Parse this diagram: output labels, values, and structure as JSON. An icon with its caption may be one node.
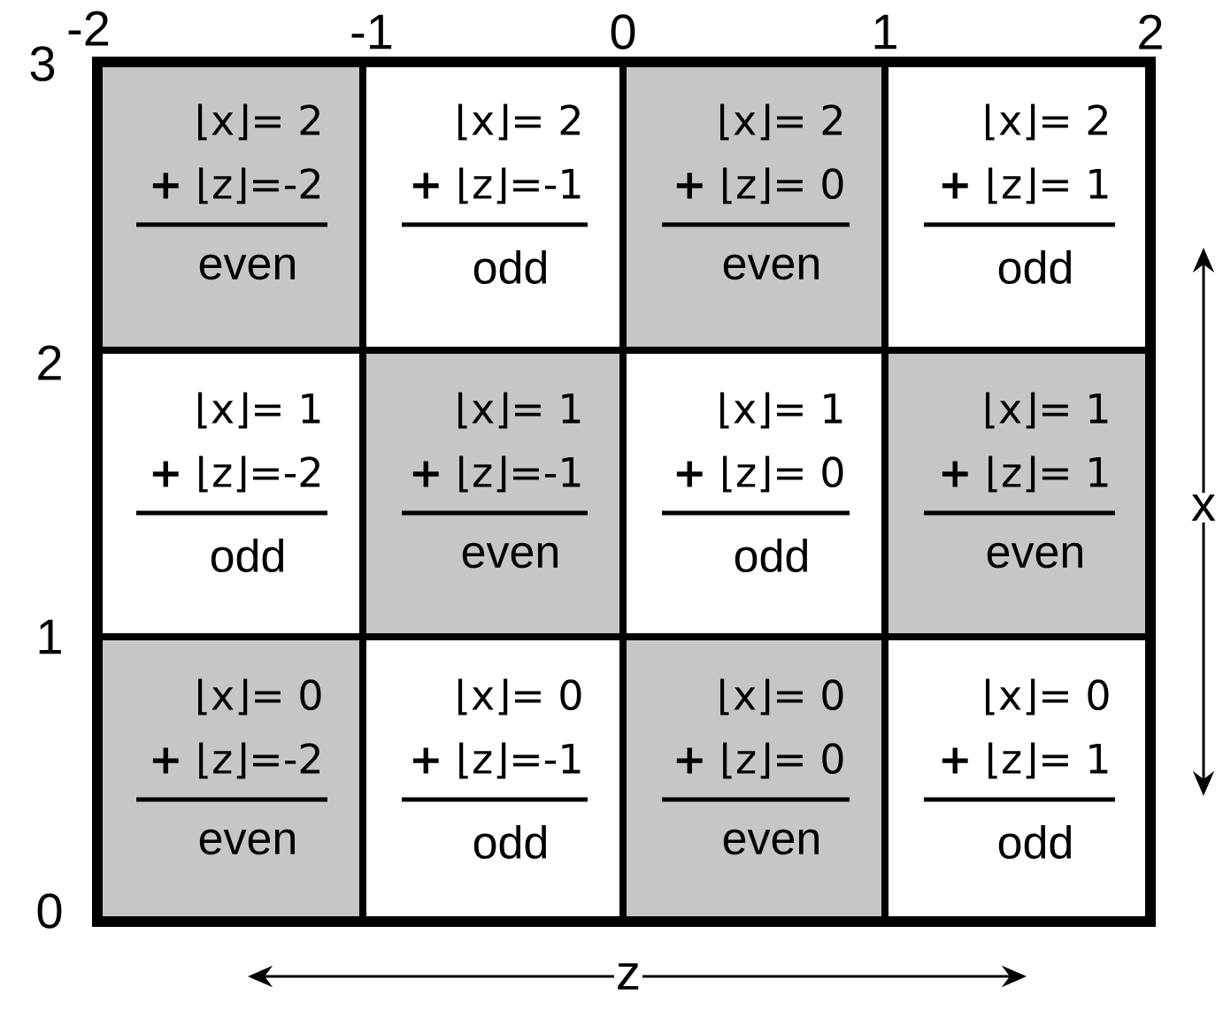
{
  "diagram": {
    "nodes": [
      {
        "text": [
          "⌊x⌋= 2",
          "**+** ⌊z⌋=-2",
          "even"
        ]
      },
      {
        "text": [
          "⌊x⌋= 2",
          "**+** ⌊z⌋=-1",
          "odd"
        ]
      },
      {
        "text": [
          "⌊x⌋= 2",
          "**+** ⌊z⌋= 0",
          "even"
        ]
      },
      {
        "text": [
          "⌊x⌋= 2",
          "**+** ⌊z⌋= 1",
          "odd"
        ]
      },
      {
        "text": [
          "⌊x⌋= 1",
          "**+** ⌊z⌋=-2",
          "odd"
        ]
      },
      {
        "text": [
          "⌊x⌋= 1",
          "**+** ⌊z⌋=-1",
          "even"
        ]
      },
      {
        "text": [
          "⌊x⌋= 1",
          "**+** ⌊z⌋= 0",
          "odd"
        ]
      },
      {
        "text": [
          "⌊x⌋= 1",
          "**+** ⌊z⌋= 1",
          "even"
        ]
      },
      {
        "text": [
          "⌊x⌋= 0",
          "**+** ⌊z⌋=-2",
          "even"
        ]
      },
      {
        "text": [
          "⌊x⌋= 0",
          "**+** ⌊z⌋=-1",
          "odd"
        ]
      },
      {
        "text": [
          "⌊x⌋= 0",
          "**+** ⌊z⌋= 0",
          "even"
        ]
      },
      {
        "text": [
          "⌊x⌋= 0",
          "**+** ⌊z⌋= 1",
          "odd"
        ]
      }
    ],
    "labels": [
      "-2",
      "-1",
      "0",
      "1",
      "2",
      "3",
      "2",
      "x",
      "1",
      "0",
      "z"
    ]
  }
}
